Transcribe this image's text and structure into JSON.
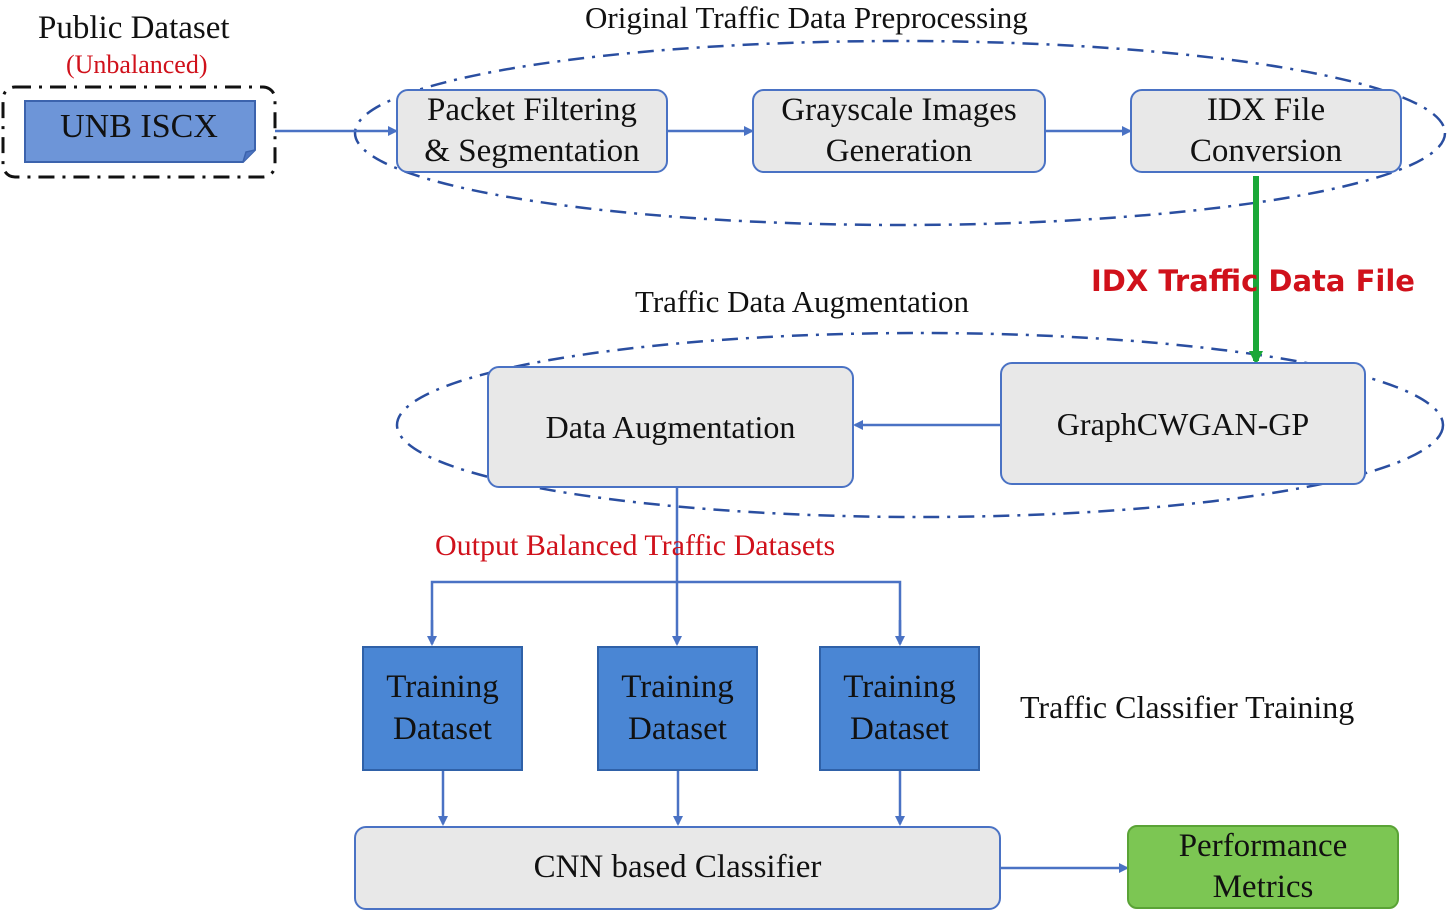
{
  "colors": {
    "accent_blue": "#4a72c4",
    "dataset_blue": "#4a86d4",
    "gray_box": "#e8e8e8",
    "metrics_green": "#7cc653",
    "highlight_red": "#d0111b",
    "idx_arrow_green": "#1aa838"
  },
  "public_dataset": {
    "title": "Public Dataset",
    "subtitle": "(Unbalanced)",
    "source_label": "UNB ISCX"
  },
  "preprocessing": {
    "title": "Original Traffic Data Preprocessing",
    "steps": [
      {
        "line1": "Packet Filtering",
        "line2": "& Segmentation"
      },
      {
        "line1": "Grayscale Images",
        "line2": "Generation"
      },
      {
        "line1": "IDX File",
        "line2": "Conversion"
      }
    ]
  },
  "idx_label": "IDX Traffic Data File",
  "augmentation": {
    "title": "Traffic Data Augmentation",
    "gan_label": "GraphCWGAN-GP",
    "augment_label": "Data Augmentation"
  },
  "output_label": "Output Balanced Traffic Datasets",
  "training": {
    "title": "Traffic Classifier Training",
    "datasets": [
      {
        "line1": "Training",
        "line2": "Dataset"
      },
      {
        "line1": "Training",
        "line2": "Dataset"
      },
      {
        "line1": "Training",
        "line2": "Dataset"
      }
    ],
    "classifier_label": "CNN based Classifier",
    "metrics": {
      "line1": "Performance",
      "line2": "Metrics"
    }
  }
}
